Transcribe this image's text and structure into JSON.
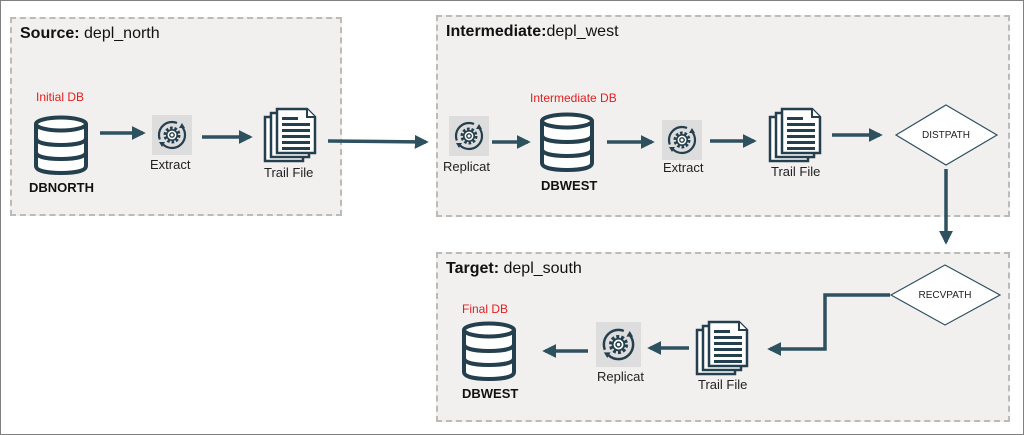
{
  "zones": {
    "source": {
      "bold": "Source:",
      "name": " depl_north"
    },
    "intermediate": {
      "bold": "Intermediate:",
      "name": "depl_west"
    },
    "target": {
      "bold": "Target:",
      "name": " depl_south"
    }
  },
  "source": {
    "db_tag": "Initial DB",
    "db_name": "DBNORTH",
    "process_label": "Extract",
    "trail_label": "Trail File"
  },
  "intermediate": {
    "replicat_label": "Replicat",
    "db_tag": "Intermediate DB",
    "db_name": "DBWEST",
    "extract_label": "Extract",
    "trail_label": "Trail File",
    "path_label": "DISTPATH"
  },
  "target": {
    "path_label": "RECVPATH",
    "trail_label": "Trail File",
    "replicat_label": "Replicat",
    "db_tag": "Final DB",
    "db_name": "DBWEST"
  },
  "colors": {
    "arrow": "#2e5160",
    "icon_dark": "#243f4d",
    "icon_tile": "#dddddd",
    "accent_red": "#e02020",
    "zone_fill": "#f2f0ef",
    "zone_border": "#bdbab7"
  },
  "icons": [
    "database-icon",
    "gear-process-icon",
    "trail-file-icon"
  ]
}
